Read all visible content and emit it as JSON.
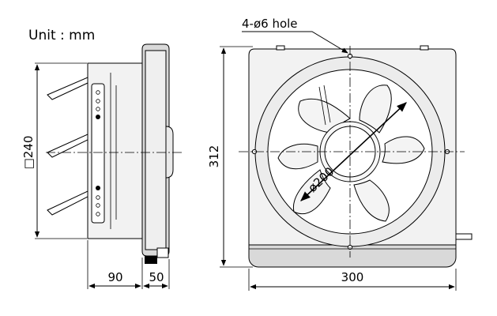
{
  "unit_label": "Unit : mm",
  "hole_label": "4-ø6 hole",
  "dimensions": {
    "side_height": "□240",
    "depth_body": "90",
    "depth_frame": "50",
    "front_height": "312",
    "front_width": "300",
    "fan_diameter": "ø200"
  }
}
